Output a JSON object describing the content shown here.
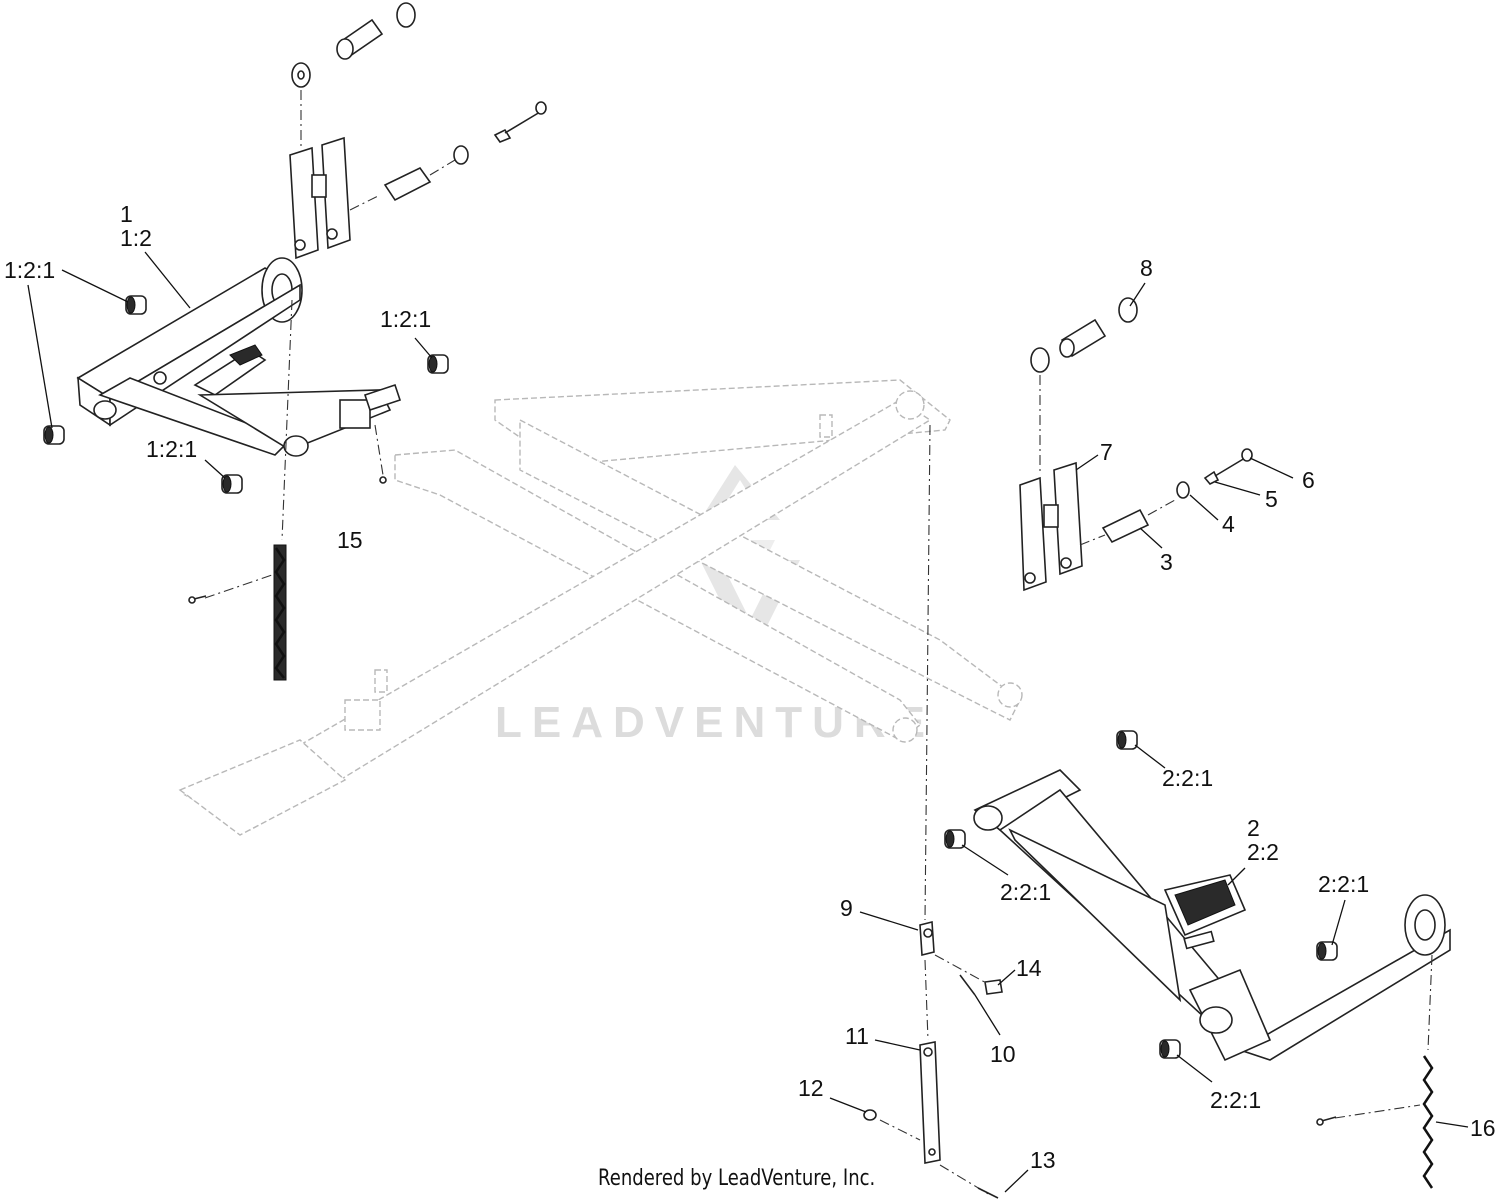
{
  "watermark": {
    "text": "LEADVENTURE",
    "icon": "leadventure-v-logo"
  },
  "footer": "Rendered by LeadVenture, Inc.",
  "callouts": {
    "c1": "1",
    "c1_2": "1:2",
    "c1_2_1_left": "1:2:1",
    "c1_2_1_right": "1:2:1",
    "c1_2_1_bottom": "1:2:1",
    "c15": "15",
    "c8": "8",
    "c7": "7",
    "c6": "6",
    "c5": "5",
    "c4": "4",
    "c3": "3",
    "c2_2_1_top": "2:2:1",
    "c2": "2",
    "c2_2": "2:2",
    "c2_2_1_left": "2:2:1",
    "c2_2_1_right": "2:2:1",
    "c2_2_1_bottom": "2:2:1",
    "c9": "9",
    "c14": "14",
    "c10": "10",
    "c11": "11",
    "c12": "12",
    "c13": "13",
    "c16": "16"
  }
}
